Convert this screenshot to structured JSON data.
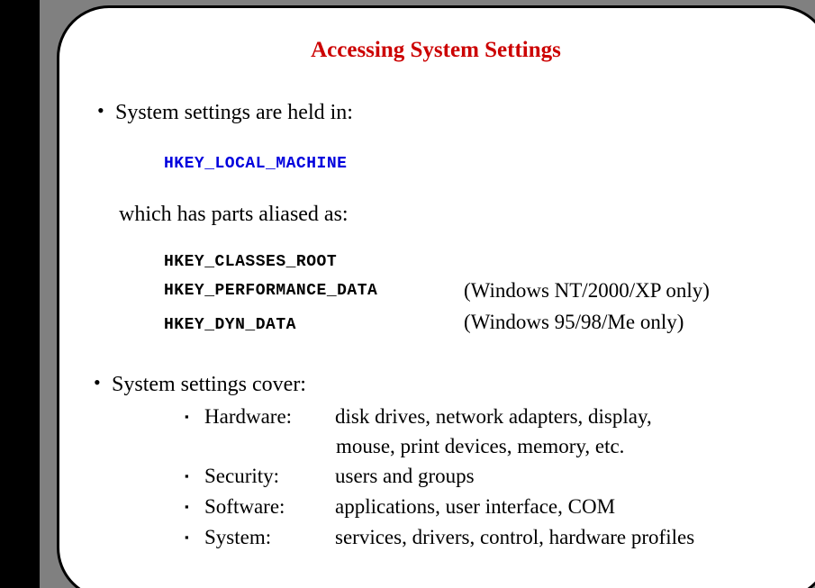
{
  "slide": {
    "title": "Accessing System Settings",
    "title_color": "#CC0000",
    "background_color": "#FFFFFF",
    "frame_color": "#808080",
    "band_color": "#000000"
  },
  "body": {
    "bullet1": {
      "marker": "bullet-dot",
      "text": "System settings are held in:",
      "primary_key": "HKEY_LOCAL_MACHINE",
      "primary_key_color": "#0000DD",
      "alias_intro": "which has parts aliased as:",
      "aliases": [
        {
          "key": "HKEY_CLASSES_ROOT",
          "note": ""
        },
        {
          "key": "HKEY_PERFORMANCE_DATA",
          "note": "(Windows NT/2000/XP only)"
        },
        {
          "key": "HKEY_DYN_DATA",
          "note": "(Windows 95/98/Me only)"
        }
      ]
    },
    "bullet2": {
      "marker": "bullet-dot",
      "text": "System settings cover:",
      "items": [
        {
          "marker": "bullet-square",
          "label": "Hardware:",
          "desc": "disk drives, network adapters, display,",
          "desc_line2": "mouse, print devices, memory, etc."
        },
        {
          "marker": "bullet-square",
          "label": "Security:",
          "desc": "users and groups",
          "desc_line2": ""
        },
        {
          "marker": "bullet-square",
          "label": "Software:",
          "desc": "applications, user interface, COM",
          "desc_line2": ""
        },
        {
          "marker": "bullet-square",
          "label": "System:",
          "desc": "services, drivers, control, hardware profiles",
          "desc_line2": ""
        }
      ]
    }
  },
  "glyphs": {
    "dot": "•",
    "square": "▪"
  }
}
